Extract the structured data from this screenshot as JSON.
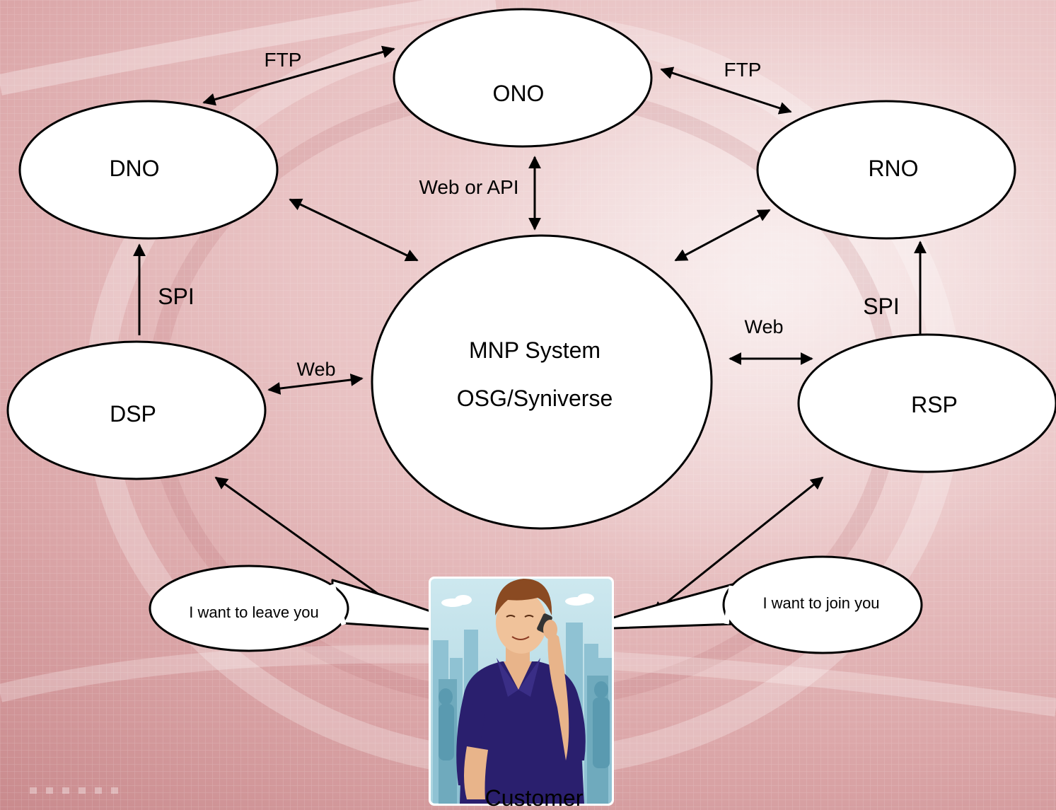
{
  "nodes": {
    "ono": "ONO",
    "dno": "DNO",
    "rno": "RNO",
    "dsp": "DSP",
    "rsp": "RSP",
    "mnp_line1": "MNP System",
    "mnp_line2": "OSG/Syniverse"
  },
  "edges": {
    "dno_ono": "FTP",
    "ono_rno": "FTP",
    "ono_mnp": "Web or API",
    "dsp_dno": "SPI",
    "rsp_rno": "SPI",
    "dsp_mnp": "Web",
    "mnp_rsp": "Web"
  },
  "bubbles": {
    "leave": "I want to leave you",
    "join": "I want to join you"
  },
  "customer": {
    "caption": "Customer"
  },
  "colors": {
    "background": "#e6bfc0",
    "node_fill": "#ffffff",
    "stroke": "#000000",
    "shirt": "#2a1f6e",
    "sky": "#bfe0ea"
  }
}
